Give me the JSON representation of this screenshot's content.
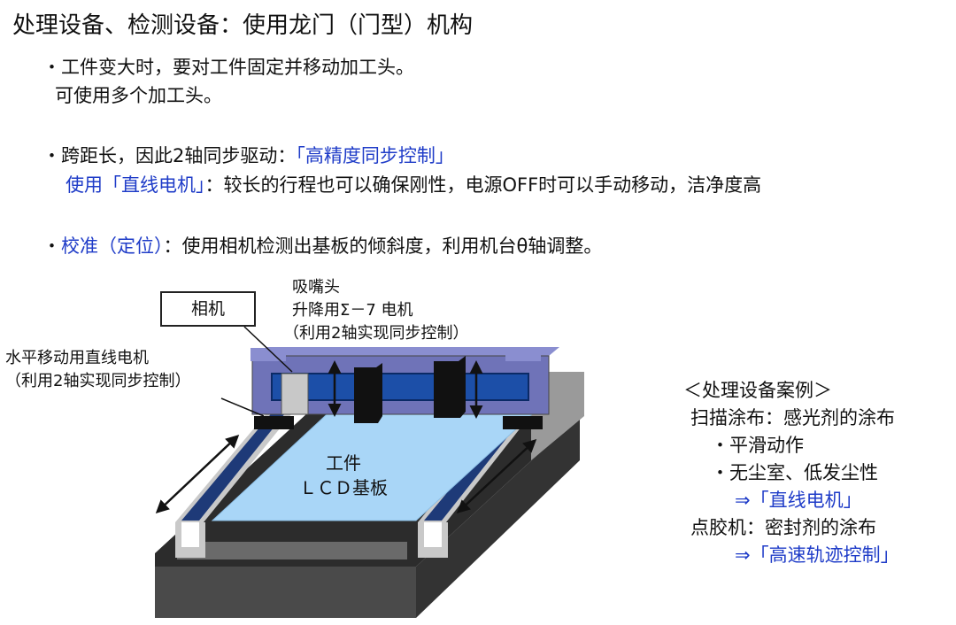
{
  "title": "处理设备、检测设备：使用龙门（门型）机构",
  "bullets": {
    "b1_line1": "・工件变大时，要对工件固定并移动加工头。",
    "b1_line2": "可使用多个加工头。",
    "b2_prefix": "・跨距长，因此2轴同步驱动：",
    "b2_highlight": "「高精度同步控制」",
    "b2_sub_prefix": "使用「直线电机」",
    "b2_sub_rest": "：较长的行程也可以确保刚性，电源OFF时可以手动移动，洁净度高",
    "b3_prefix": "・",
    "b3_highlight": "校准（定位）",
    "b3_rest": "：使用相机检测出基板的倾斜度，利用机台θ轴调整。"
  },
  "diagram": {
    "camera": "相机",
    "nozzle_line1": "吸嘴头",
    "nozzle_line2": "升降用Σ－7 电机",
    "nozzle_line3": "（利用2轴实现同步控制）",
    "linear_line1": "水平移动用直线电机",
    "linear_line2": "（利用2轴实现同步控制）",
    "work_line1": "工件",
    "work_line2": "ＬＣＤ基板"
  },
  "cases": {
    "heading": "＜处理设备案例＞",
    "scan": "扫描涂布：感光剂的涂布",
    "smooth": "・平滑动作",
    "clean": "・无尘室、低发尘性",
    "linear_motor": "⇒「直线电机」",
    "dispenser": "点胶机：密封剂的涂布",
    "trajectory": "⇒「高速轨迹控制」"
  },
  "colors": {
    "highlight": "#1f3cc8",
    "substrate": "#a9d6f7",
    "rail": "#1e3a78",
    "gantry": "#6f73b8",
    "base": "#3a3a3a"
  }
}
